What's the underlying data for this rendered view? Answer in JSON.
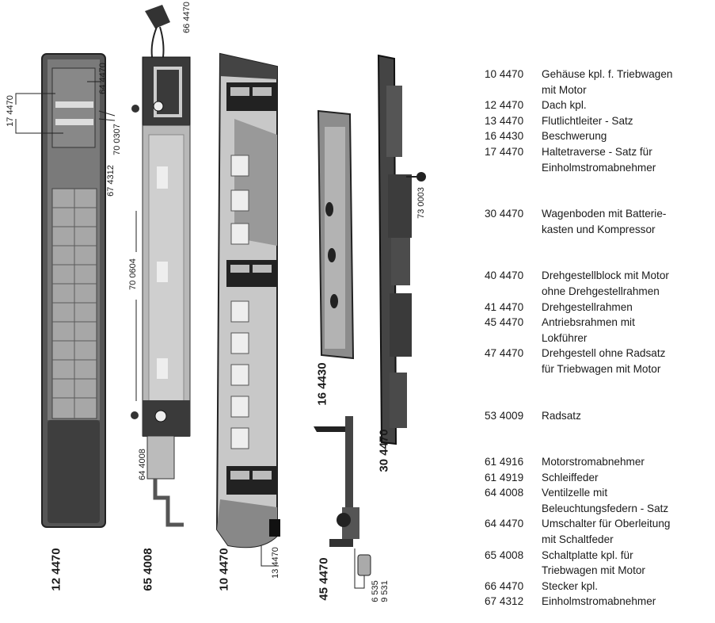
{
  "diagram_labels": {
    "part_12": "12 4470",
    "part_65": "65 4008",
    "part_10": "10 4470",
    "part_45": "45 4470",
    "part_16": "16 4430",
    "part_30": "30 4470",
    "call_17": "17 4470",
    "call_64a": "64 4470",
    "call_70a": "70 0307",
    "call_67": "67 4312",
    "call_66": "66 4470",
    "call_70b": "70 0604",
    "call_64b": "64 4008",
    "call_13": "13 4470",
    "call_73": "73 0003",
    "call_6535": "6 535",
    "call_9531": "9 531"
  },
  "parts": [
    {
      "number": "10 4470",
      "lines": [
        "Gehäuse kpl. f. Triebwagen",
        "mit Motor"
      ]
    },
    {
      "number": "12 4470",
      "lines": [
        "Dach kpl."
      ]
    },
    {
      "number": "13 4470",
      "lines": [
        "Flutlichtleiter - Satz"
      ]
    },
    {
      "number": "16 4430",
      "lines": [
        "Beschwerung"
      ]
    },
    {
      "number": "17 4470",
      "lines": [
        "Haltetraverse - Satz für",
        "Einholmstromabnehmer"
      ]
    },
    {
      "number": "30 4470",
      "lines": [
        "Wagenboden mit Batterie-",
        "kasten und Kompressor"
      ]
    },
    {
      "number": "40 4470",
      "lines": [
        "Drehgestellblock mit Motor",
        "ohne Drehgestellrahmen"
      ]
    },
    {
      "number": "41 4470",
      "lines": [
        "Drehgestellrahmen"
      ]
    },
    {
      "number": "45 4470",
      "lines": [
        "Antriebsrahmen mit",
        "Lokführer"
      ]
    },
    {
      "number": "47 4470",
      "lines": [
        "Drehgestell ohne Radsatz",
        "für Triebwagen mit Motor"
      ]
    },
    {
      "number": "53 4009",
      "lines": [
        "Radsatz"
      ]
    },
    {
      "number": "61 4916",
      "lines": [
        "Motorstromabnehmer"
      ]
    },
    {
      "number": "61 4919",
      "lines": [
        "Schleiffeder"
      ]
    },
    {
      "number": "64 4008",
      "lines": [
        "Ventilzelle mit",
        "Beleuchtungsfedern - Satz"
      ]
    },
    {
      "number": "64 4470",
      "lines": [
        "Umschalter für Oberleitung",
        "mit Schaltfeder"
      ]
    },
    {
      "number": "65 4008",
      "lines": [
        "Schaltplatte kpl. für",
        "Triebwagen mit Motor"
      ]
    },
    {
      "number": "66 4470",
      "lines": [
        "Stecker kpl."
      ]
    },
    {
      "number": "67 4312",
      "lines": [
        "Einholmstromabnehmer"
      ]
    }
  ]
}
